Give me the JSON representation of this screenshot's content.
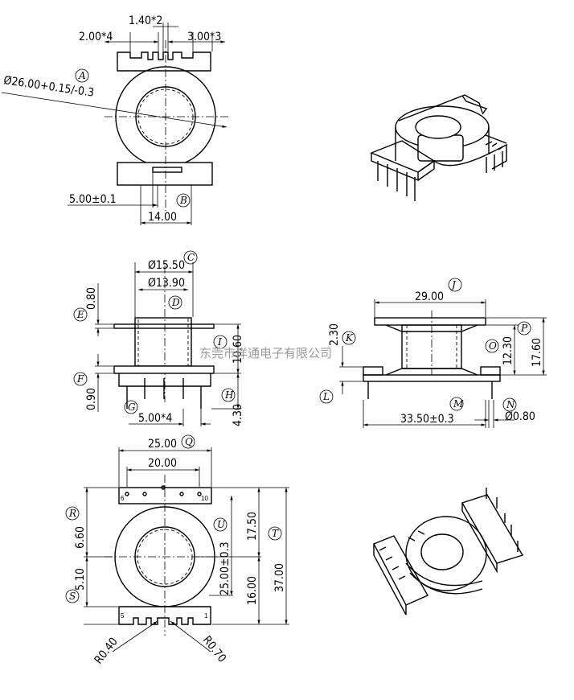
{
  "dims": {
    "pitch_2x4": "2.00*4",
    "pitch_140x2": "1.40*2",
    "pitch_3x3": "3.00*3",
    "dia_26": "Ø26.00+0.15/-0.3",
    "w_5": "5.00±0.1",
    "w_14": "14.00",
    "dia_1550": "Ø15.50",
    "dia_1390": "Ø13.90",
    "h_080": "0.80",
    "h_1060": "10.60",
    "h_090": "0.90",
    "h_430": "4.30",
    "pitch_5x4": "5.00*4",
    "w_29": "29.00",
    "h_230": "2.30",
    "h_1230": "12.30",
    "h_1760": "17.60",
    "w_3350": "33.50±0.3",
    "dia_080": "Ø0.80",
    "w_25": "25.00",
    "w_20": "20.00",
    "h_660": "6.60",
    "h_510": "5.10",
    "h_1750": "17.50",
    "h_2500": "25.00±0.3",
    "h_1600": "16.00",
    "h_3700": "37.00",
    "r_040": "R0.40",
    "r_070": "R0.70"
  },
  "labels": {
    "A": "A",
    "B": "B",
    "C": "C",
    "D": "D",
    "E": "E",
    "F": "F",
    "G": "G",
    "H": "H",
    "I": "I",
    "J": "J",
    "K": "K",
    "L": "L",
    "M": "M",
    "N": "N",
    "O": "O",
    "P": "P",
    "Q": "Q",
    "R": "R",
    "S": "S",
    "T": "T",
    "U": "U"
  },
  "pins": {
    "p6": "6",
    "p10": "10",
    "p5": "5",
    "p1": "1"
  },
  "watermark": "东莞市洋通电子有限公司"
}
